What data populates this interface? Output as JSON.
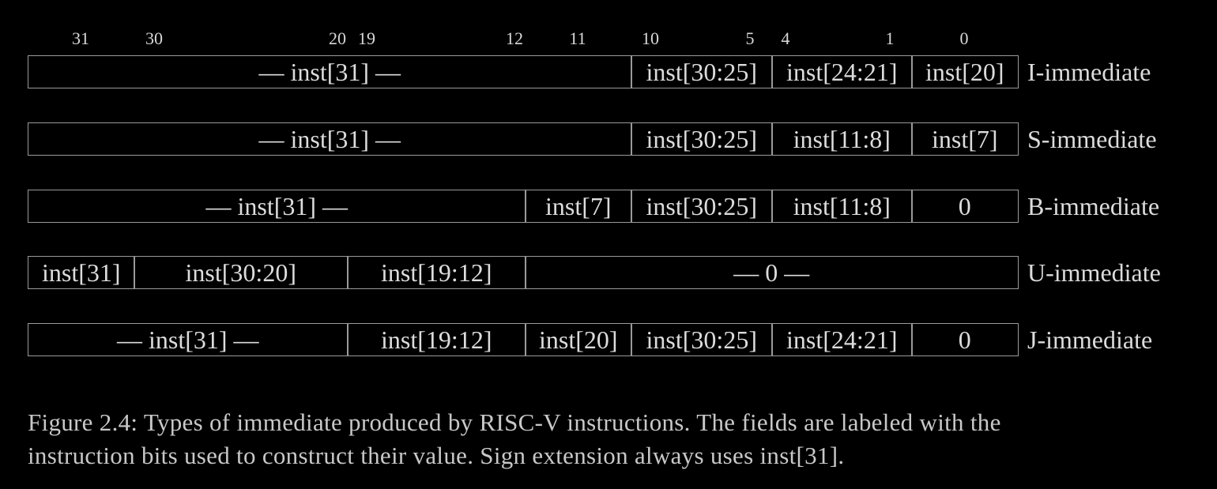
{
  "bit_labels": [
    "31",
    "30",
    "20",
    "19",
    "12",
    "11",
    "10",
    "5",
    "4",
    "1",
    "0"
  ],
  "rows": [
    {
      "label": "I-immediate",
      "fields": [
        {
          "text": "— inst[31] —",
          "hi": 31,
          "lo": 11
        },
        {
          "text": "inst[30:25]",
          "hi": 10,
          "lo": 5
        },
        {
          "text": "inst[24:21]",
          "hi": 4,
          "lo": 1
        },
        {
          "text": "inst[20]",
          "hi": 0,
          "lo": 0
        }
      ]
    },
    {
      "label": "S-immediate",
      "fields": [
        {
          "text": "— inst[31] —",
          "hi": 31,
          "lo": 11
        },
        {
          "text": "inst[30:25]",
          "hi": 10,
          "lo": 5
        },
        {
          "text": "inst[11:8]",
          "hi": 4,
          "lo": 1
        },
        {
          "text": "inst[7]",
          "hi": 0,
          "lo": 0
        }
      ]
    },
    {
      "label": "B-immediate",
      "fields": [
        {
          "text": "— inst[31] —",
          "hi": 31,
          "lo": 12
        },
        {
          "text": "inst[7]",
          "hi": 11,
          "lo": 11
        },
        {
          "text": "inst[30:25]",
          "hi": 10,
          "lo": 5
        },
        {
          "text": "inst[11:8]",
          "hi": 4,
          "lo": 1
        },
        {
          "text": "0",
          "hi": 0,
          "lo": 0
        }
      ]
    },
    {
      "label": "U-immediate",
      "fields": [
        {
          "text": "inst[31]",
          "hi": 31,
          "lo": 31
        },
        {
          "text": "inst[30:20]",
          "hi": 30,
          "lo": 20
        },
        {
          "text": "inst[19:12]",
          "hi": 19,
          "lo": 12
        },
        {
          "text": "— 0 —",
          "hi": 11,
          "lo": 0
        }
      ]
    },
    {
      "label": "J-immediate",
      "fields": [
        {
          "text": "— inst[31] —",
          "hi": 31,
          "lo": 20
        },
        {
          "text": "inst[19:12]",
          "hi": 19,
          "lo": 12
        },
        {
          "text": "inst[20]",
          "hi": 11,
          "lo": 11
        },
        {
          "text": "inst[30:25]",
          "hi": 10,
          "lo": 5
        },
        {
          "text": "inst[24:21]",
          "hi": 4,
          "lo": 1
        },
        {
          "text": "0",
          "hi": 0,
          "lo": 0
        }
      ]
    }
  ],
  "caption": {
    "line1": "Figure 2.4: Types of immediate produced by RISC-V instructions. The fields are labeled with the",
    "line2": "instruction bits used to construct their value. Sign extension always uses inst[31]."
  }
}
